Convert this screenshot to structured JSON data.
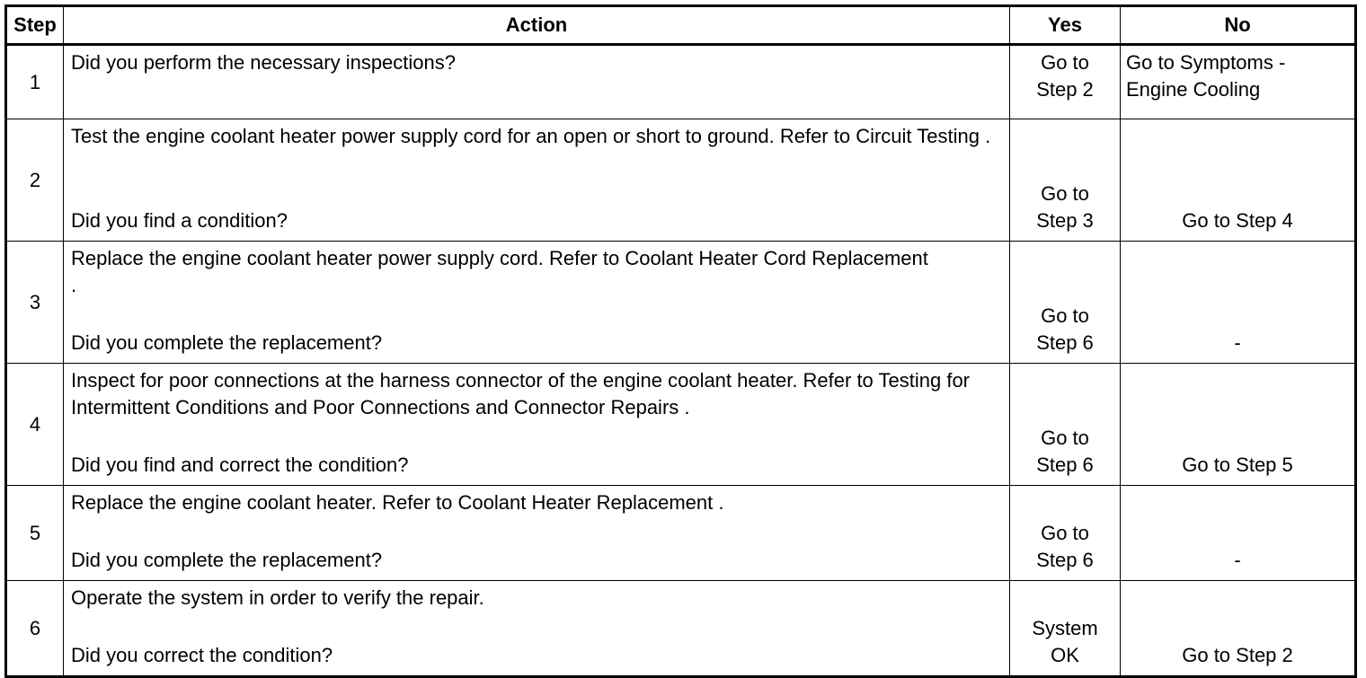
{
  "table": {
    "headers": {
      "step": "Step",
      "action": "Action",
      "yes": "Yes",
      "no": "No"
    },
    "rows": [
      {
        "step": "1",
        "action": "Did you perform the necessary inspections?",
        "question": "",
        "yes": "Go to Step 2",
        "no": "Go to Symptoms - Engine Cooling"
      },
      {
        "step": "2",
        "action": "Test the engine coolant heater power supply cord for an open or short to ground. Refer to Circuit Testing .",
        "question": "Did you find a condition?",
        "yes": "Go to Step 3",
        "no": "Go to Step 4"
      },
      {
        "step": "3",
        "action": "Replace the engine coolant heater power supply cord. Refer to Coolant Heater Cord Replacement .",
        "question": "Did you complete the replacement?",
        "yes": "Go to Step 6",
        "no": "-"
      },
      {
        "step": "4",
        "action": "Inspect for poor connections at the harness connector of the engine coolant heater. Refer to Testing for Intermittent Conditions and Poor Connections and Connector Repairs .",
        "question": "Did you find and correct the condition?",
        "yes": "Go to Step 6",
        "no": "Go to Step 5"
      },
      {
        "step": "5",
        "action": "Replace the engine coolant heater. Refer to Coolant Heater Replacement .",
        "question": "Did you complete the replacement?",
        "yes": "Go to Step 6",
        "no": "-"
      },
      {
        "step": "6",
        "action": "Operate the system in order to verify the repair.",
        "question": "Did you correct the condition?",
        "yes": "System OK",
        "no": "Go to Step 2"
      }
    ]
  }
}
